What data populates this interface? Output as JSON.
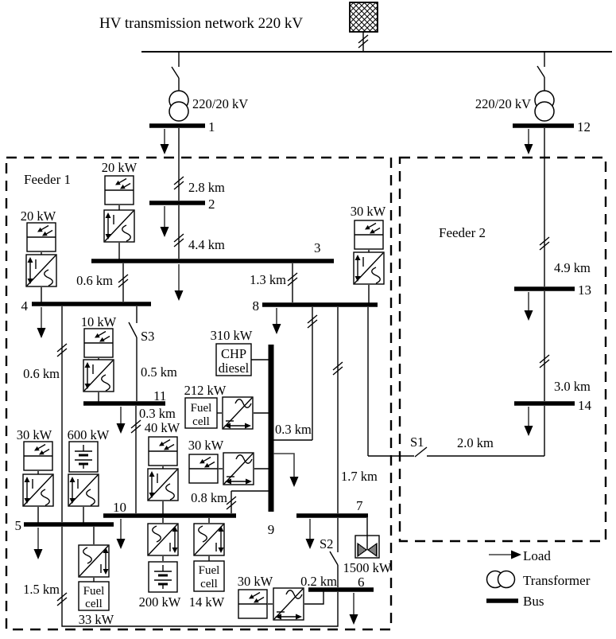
{
  "title": "HV transmission network 220 kV",
  "substations": {
    "t1": "220/20 kV",
    "t2": "220/20 kV"
  },
  "feeders": {
    "f1": "Feeder 1",
    "f2": "Feeder 2"
  },
  "buses": {
    "b1": "1",
    "b2": "2",
    "b3": "3",
    "b4": "4",
    "b5": "5",
    "b6": "6",
    "b7": "7",
    "b8": "8",
    "b9": "9",
    "b10": "10",
    "b11": "11",
    "b12": "12",
    "b13": "13",
    "b14": "14"
  },
  "lines": {
    "l_1_2": "2.8 km",
    "l_2_3": "4.4 km",
    "l_3_4": "0.6 km",
    "l_3_8": "1.3 km",
    "l_4_5": "0.6 km",
    "l_4_11": "0.5 km",
    "l_11_10": "0.3 km",
    "l_8_9": "0.3 km",
    "l_9_10": "0.8 km",
    "l_7_8": "1.7 km",
    "l_5_6": "1.5 km",
    "l_6_7": "0.2 km",
    "l_12_13": "4.9 km",
    "l_13_14": "3.0 km",
    "l_8_14": "2.0 km"
  },
  "switches": {
    "s1": "S1",
    "s2": "S2",
    "s3": "S3"
  },
  "generators": {
    "pv_bus3": "20 kW",
    "pv_bus4": "20 kW",
    "pv_bus8": "30 kW",
    "pv_bus11": "10 kW",
    "pv_bus10": "40 kW",
    "pv_bus5": "30 kW",
    "pv_bus9": "30 kW",
    "pv_bus6": "30 kW",
    "battery_bus5": "600 kW",
    "battery_bus10": "200 kW",
    "chp_bus9": "310 kW",
    "fuelcell_bus9": "212 kW",
    "fuelcell_bus10": "14 kW",
    "fuelcell_bus5": "33 kW",
    "wind_bus7": "1500 kW"
  },
  "devices": {
    "chp_line1": "CHP",
    "chp_line2": "diesel",
    "fuelcell_line1": "Fuel",
    "fuelcell_line2": "cell"
  },
  "legend": {
    "load": "Load",
    "transformer": "Transformer",
    "bus": "Bus"
  }
}
